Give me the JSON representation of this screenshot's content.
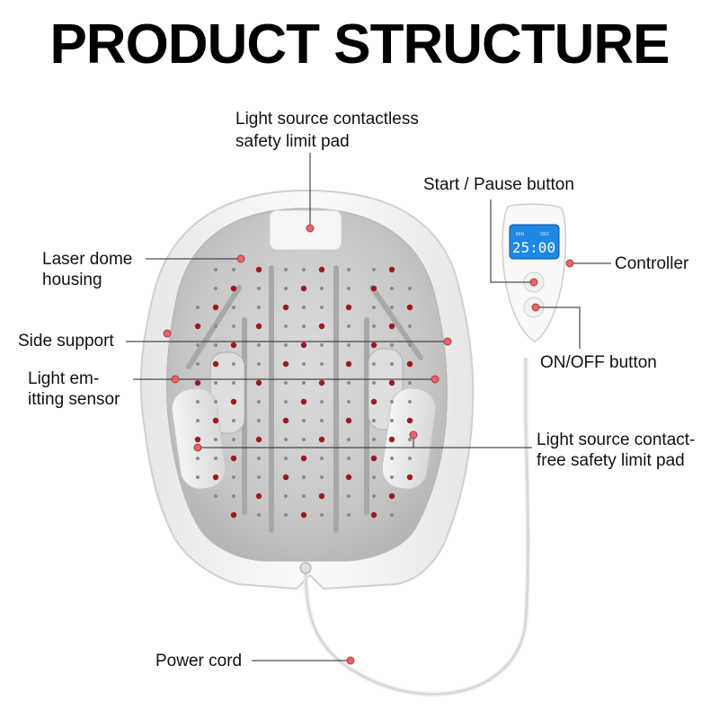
{
  "title": "PRODUCT STRUCTURE",
  "labels": {
    "limit_pad_top": [
      "Light source contactless",
      "safety limit pad"
    ],
    "start_pause": "Start / Pause button",
    "laser_dome": [
      "Laser dome",
      "housing"
    ],
    "controller": "Controller",
    "side_support": "Side support",
    "light_sensor": [
      "Light em-",
      "itting sensor"
    ],
    "on_off": "ON/OFF button",
    "limit_pad_side": [
      "Light source contact-",
      "free safety limit pad"
    ],
    "power_cord": "Power cord"
  },
  "controller_display": {
    "min_label": "MIN",
    "sec_label": "SEC",
    "time": "25:00"
  },
  "colors": {
    "marker": "#e4666a",
    "led": "#9b1a22",
    "dome_inner": "#c9c9c9",
    "shell": "#f7f7f7",
    "screen": "#1e88e5"
  }
}
